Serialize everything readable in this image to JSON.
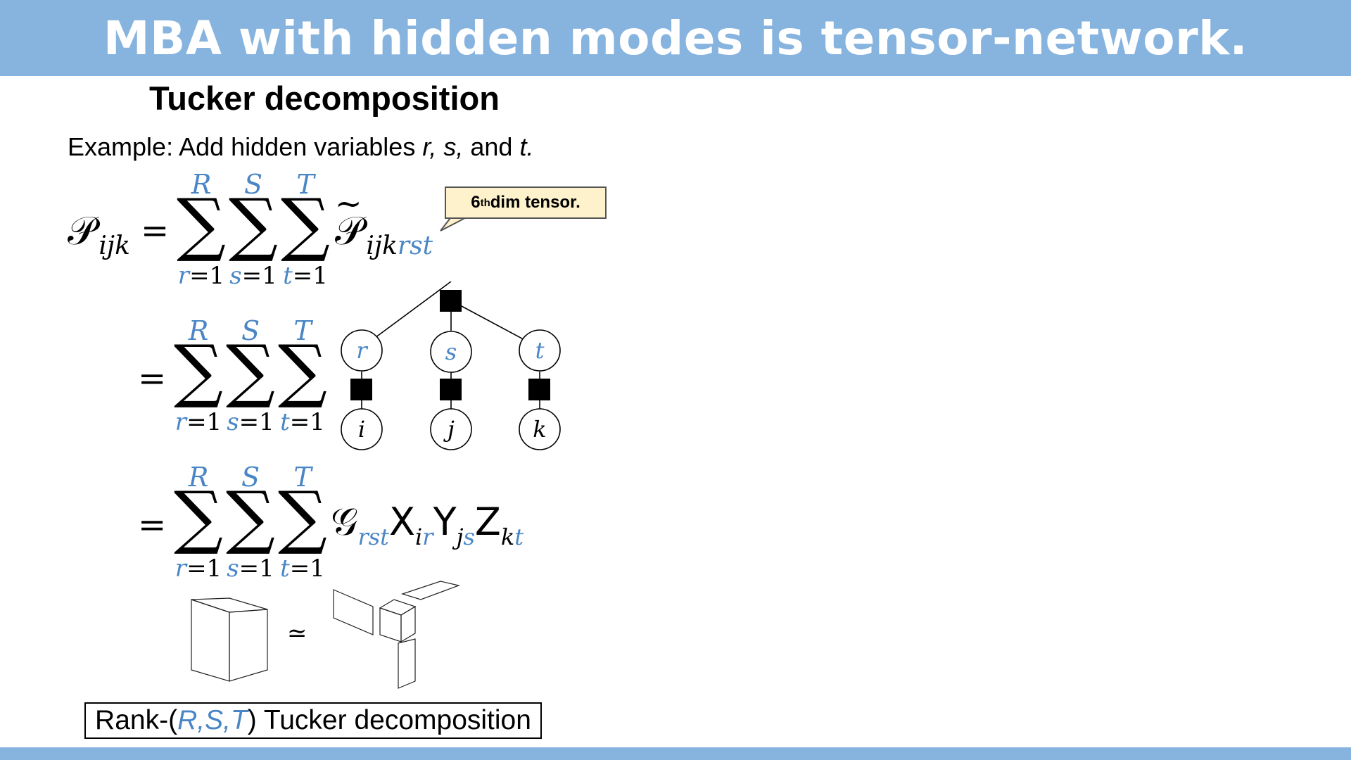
{
  "header": {
    "title": "MBA with hidden modes is tensor-network."
  },
  "subtitle": "Tucker decomposition",
  "example": {
    "prefix": "Example: Add hidden variables ",
    "r": "r,",
    "s": " s,",
    "and": " and ",
    "t": "t."
  },
  "equation1": {
    "lhs_symbol": "𝒫",
    "lhs_index": "ijk",
    "equals": "=",
    "sums": [
      {
        "upper": "R",
        "var": "r",
        "rest": "=1"
      },
      {
        "upper": "S",
        "var": "s",
        "rest": "=1"
      },
      {
        "upper": "T",
        "var": "t",
        "rest": "=1"
      }
    ],
    "sigma": "∑",
    "tilde": "~",
    "term_symbol": "𝒫",
    "term_index_black": "ijk",
    "term_index_blue": "rst"
  },
  "callout": {
    "ordinal": "6",
    "sup": "th",
    "text": " dim tensor."
  },
  "equation2": {
    "equals": "="
  },
  "network": {
    "hidden_nodes": [
      "r",
      "s",
      "t"
    ],
    "observed_nodes": [
      "i",
      "j",
      "k"
    ]
  },
  "equation3": {
    "equals": "=",
    "G": "𝒢",
    "G_index": "rst",
    "X": "X",
    "X_index_black": "i",
    "X_index_blue": "r",
    "Y": "Y",
    "Y_index_black": "j",
    "Y_index_blue": "s",
    "Z": "Z",
    "Z_index_black": "k",
    "Z_index_blue": "t"
  },
  "approx": "≃",
  "rank_box": {
    "prefix": "Rank-(",
    "params": "R,S,T",
    "suffix": ") Tucker decomposition"
  }
}
